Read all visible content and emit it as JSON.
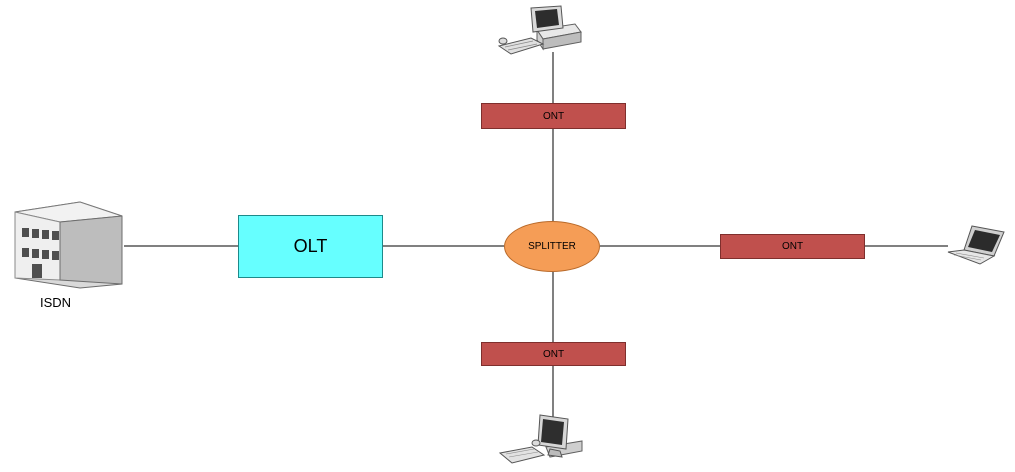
{
  "nodes": {
    "isdn_label": "ISDN",
    "olt_label": "OLT",
    "splitter_label": "SPLITTER",
    "ont_top_label": "ONT",
    "ont_right_label": "ONT",
    "ont_bottom_label": "ONT"
  },
  "icons": {
    "building": "building-icon",
    "desktop_top": "desktop-computer-icon",
    "laptop": "laptop-icon",
    "desktop_bottom": "flat-panel-computer-icon"
  },
  "colors": {
    "ont": "#c0504d",
    "olt": "#66ffff",
    "splitter": "#f59d56",
    "line": "#000000"
  }
}
